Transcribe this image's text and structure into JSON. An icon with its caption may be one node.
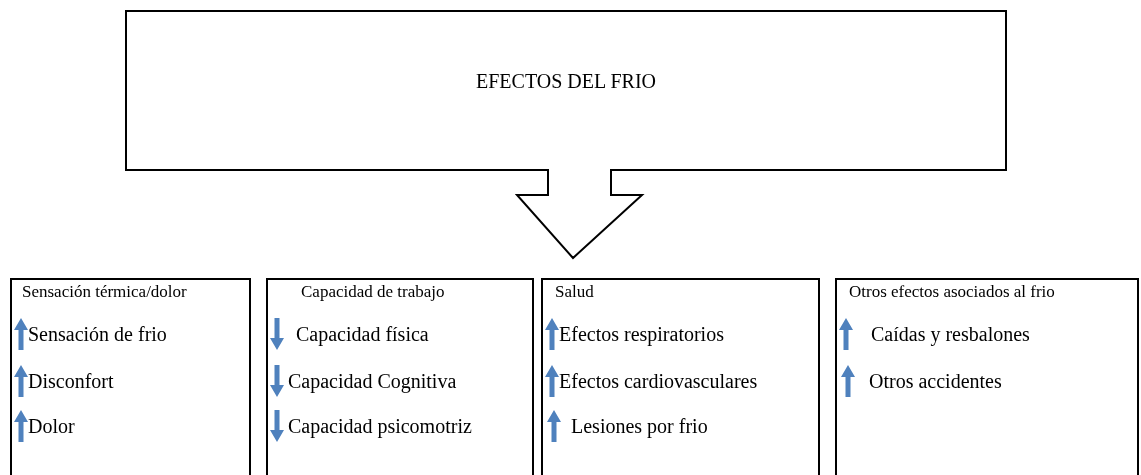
{
  "diagram": {
    "nodes": [
      {
        "text": [
          "EFECTOS DEL FRIO"
        ]
      },
      {
        "text": [
          "Sensación térmica/dolor",
          "Sensación de frio",
          "Disconfort",
          "Dolor"
        ]
      },
      {
        "text": [
          "Capacidad de trabajo",
          "Capacidad física",
          "Capacidad Cognitiva",
          "Capacidad psicomotriz"
        ]
      },
      {
        "text": [
          "Salud",
          "Efectos respiratorios",
          "Efectos cardiovasculares",
          "Lesiones por frio"
        ]
      },
      {
        "text": [
          "Otros efectos asociados al frio",
          "Caídas y resbalones",
          "Otros accidentes"
        ]
      }
    ]
  }
}
